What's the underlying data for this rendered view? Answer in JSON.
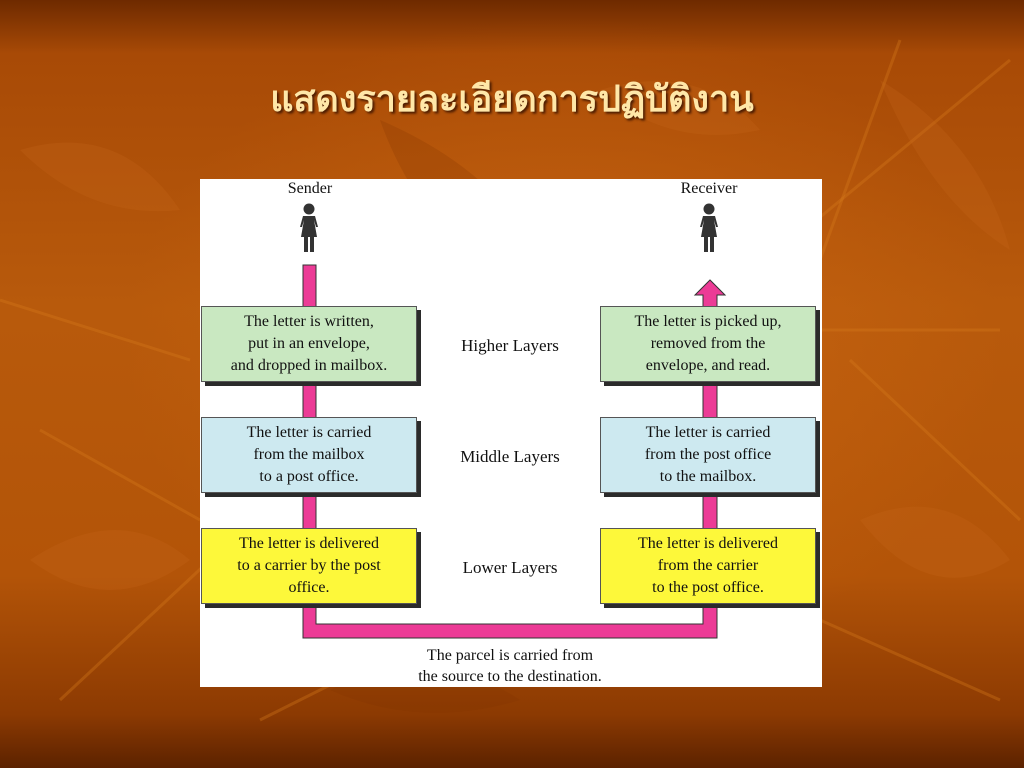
{
  "slide": {
    "title": "แสดงรายละเอียดการปฏิบัติงาน"
  },
  "diagram": {
    "sender_label": "Sender",
    "receiver_label": "Receiver",
    "sender": {
      "higher": "The letter is written,\nput in an envelope,\nand dropped in mailbox.",
      "middle": "The letter is carried\nfrom the mailbox\nto a post office.",
      "lower": "The letter is delivered\nto a carrier by the post\noffice."
    },
    "receiver": {
      "higher": "The letter is picked up,\nremoved from the\nenvelope, and read.",
      "middle": "The letter is carried\nfrom the post office\nto the mailbox.",
      "lower": "The letter is delivered\nfrom the carrier\nto the post office."
    },
    "layers": {
      "higher": "Higher Layers",
      "middle": "Middle Layers",
      "lower": "Lower Layers"
    },
    "caption": "The parcel is carried from\nthe source to the destination.",
    "colors": {
      "path": "#ec3b96",
      "higher": "#c9e8c1",
      "middle": "#cde9f0",
      "lower": "#fdf83a"
    },
    "icons": [
      "person-icon",
      "person-icon"
    ]
  }
}
